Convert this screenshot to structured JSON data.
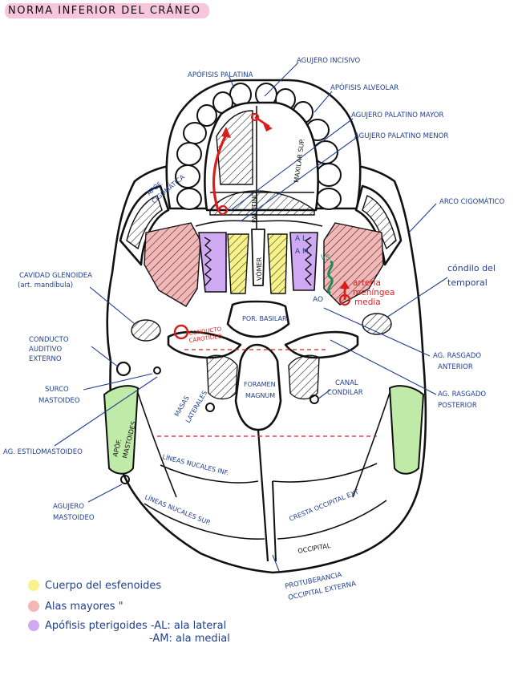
{
  "title": "NORMA INFERIOR DEL CRÁNEO",
  "labels": {
    "apofisis_palatina": "APÓFISIS PALATINA",
    "agujero_incisivo": "AGUJERO INCISIVO",
    "apofisis_alveolar": "APÓFISIS ALVEOLAR",
    "agujero_palatino_mayor": "AGUJERO PALATINO MAYOR",
    "agujero_palatino_menor": "AGUJERO PALATINO MENOR",
    "arco_cigomatico": "ARCO CIGOMÁTICO",
    "condilo_temporal_1": "cóndilo del",
    "condilo_temporal_2": "temporal",
    "cavidad_glenoidea_1": "CAVIDAD GLENOIDEA",
    "cavidad_glenoidea_2": "(art. mandíbula)",
    "conducto_auditivo_1": "CONDUCTO",
    "conducto_auditivo_2": "AUDITIVO",
    "conducto_auditivo_3": "EXTERNO",
    "surco_mastoideo_1": "SURCO",
    "surco_mastoideo_2": "MASTOIDEO",
    "ag_estilomastoideo": "AG. ESTILOMASTOIDEO",
    "agujero_mastoideo_1": "AGUJERO",
    "agujero_mastoideo_2": "MASTOIDEO",
    "ag_rasgado_anterior_1": "AG. RASGADO",
    "ag_rasgado_anterior_2": "ANTERIOR",
    "ag_rasgado_posterior_1": "AG. RASGADO",
    "ag_rasgado_posterior_2": "POSTERIOR",
    "canal_condilar_1": "CANAL",
    "canal_condilar_2": "CONDILAR",
    "foramen_magnum_1": "FORAMEN",
    "foramen_magnum_2": "MAGNUM",
    "por_basilar": "POR. BASILAR",
    "masas_laterales_1": "MASAS",
    "masas_laterales_2": "LATERALES",
    "lineas_nucales_inf": "LÍNEAS NUCALES INF.",
    "lineas_nucales_sup": "LÍNEAS NUCALES SUP.",
    "cresta_occipital_ext": "CRESTA OCCIPITAL EXT",
    "occipital": "OCCIPITAL",
    "protuberancia_1": "PROTUBERANCIA",
    "protuberancia_2": "OCCIPITAL EXTERNA",
    "apof_cigomatica_1": "APÓF.",
    "apof_cigomatica_2": "CIGOMÁTICA",
    "maxilar_sup": "MAXILAR SUP.",
    "palatino": "PALATINO",
    "vomer": "VÓMER",
    "apof_mastoides_1": "APÓF.",
    "apof_mastoides_2": "MASTOIDES",
    "conducto_carotideo_1": "CONDUCTO",
    "conducto_carotideo_2": "CAROTÍDEO",
    "al": "A L",
    "am": "A M",
    "vs": "VS",
    "ao": "AO",
    "arteria_1": "arteria",
    "arteria_2": "meníngea",
    "arteria_3": "media"
  },
  "legend": [
    {
      "color": "#f7f28a",
      "text": "Cuerpo del esfenoides"
    },
    {
      "color": "#f4b7b7",
      "text": "Alas mayores  \""
    },
    {
      "color": "#cfaaf2",
      "text": "Apófisis pterigoides -AL: ala lateral"
    },
    {
      "color": "",
      "text": "-AM: ala medial"
    }
  ],
  "colors": {
    "yellow": "#f7f28a",
    "pink": "#f4b7b7",
    "purple": "#cfaaf2",
    "green": "#bfeaa8",
    "blue_ink": "#1f3f8f",
    "red_ink": "#d91c1c"
  }
}
